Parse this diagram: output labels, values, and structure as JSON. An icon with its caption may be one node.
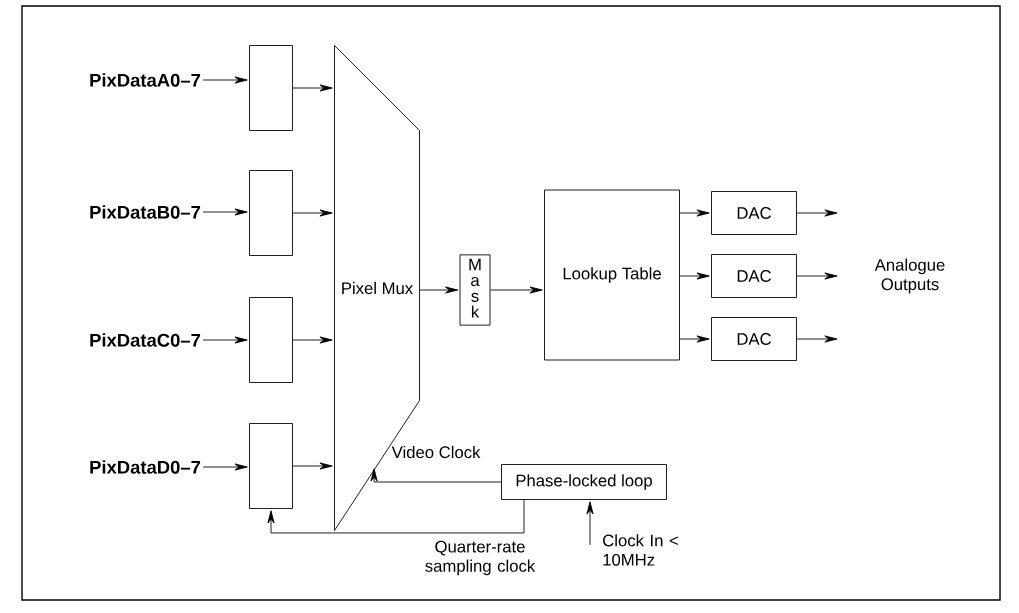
{
  "diagram": {
    "nodes": [
      {
        "text": [
          "PixDataA0–7"
        ]
      },
      {
        "text": [
          "PixDataB0–7"
        ]
      },
      {
        "text": [
          "PixDataC0–7"
        ]
      },
      {
        "text": [
          "PixDataD0–7"
        ]
      },
      {
        "text": [],
        "shape": "box"
      },
      {
        "text": [],
        "shape": "box"
      },
      {
        "text": [],
        "shape": "box"
      },
      {
        "text": [],
        "shape": "box"
      },
      {
        "text": [
          "Pixel Mux"
        ]
      },
      {
        "text": [
          "Mask"
        ]
      },
      {
        "text": [
          "Lookup Table"
        ]
      },
      {
        "text": [
          "DAC"
        ]
      },
      {
        "text": [
          "DAC"
        ]
      },
      {
        "text": [
          "DAC"
        ]
      },
      {
        "text": [
          "Phase-locked loop"
        ]
      }
    ],
    "edges": [
      {
        "from": 0,
        "to": 4,
        "arrow": "to"
      },
      {
        "from": 1,
        "to": 5,
        "arrow": "to"
      },
      {
        "from": 2,
        "to": 6,
        "arrow": "to"
      },
      {
        "from": 3,
        "to": 7,
        "arrow": "to"
      },
      {
        "from": 4,
        "to": 8,
        "arrow": "to"
      },
      {
        "from": 5,
        "to": 8,
        "arrow": "to"
      },
      {
        "from": 6,
        "to": 8,
        "arrow": "to"
      },
      {
        "from": 7,
        "to": 8,
        "arrow": "to"
      },
      {
        "from": 8,
        "to": 9,
        "arrow": "to"
      },
      {
        "from": 9,
        "to": 10,
        "arrow": "to"
      },
      {
        "from": 10,
        "to": 11,
        "arrow": "to"
      },
      {
        "from": 10,
        "to": 12,
        "arrow": "to"
      },
      {
        "from": 10,
        "to": 13,
        "arrow": "to"
      },
      {
        "from": 11,
        "to": null,
        "arrow": "to"
      },
      {
        "from": 12,
        "to": null,
        "arrow": "to"
      },
      {
        "from": 13,
        "to": null,
        "arrow": "to"
      },
      {
        "from": 14,
        "to": 8,
        "arrow": "to",
        "label": "Video Clock"
      },
      {
        "from": 14,
        "to": 7,
        "arrow": "to",
        "label": "Quarter-rate sampling clock"
      },
      {
        "from": null,
        "to": 14,
        "arrow": "to",
        "label": "Clock In < 10MHz"
      }
    ],
    "labels": [
      "Analogue Outputs"
    ]
  }
}
